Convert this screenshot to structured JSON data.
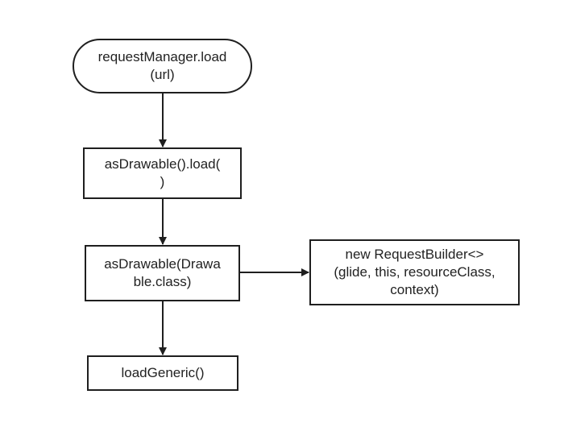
{
  "diagram": {
    "nodes": {
      "start": {
        "line1": "requestManager.load",
        "line2": "(url)"
      },
      "as_drawable_load": {
        "line1": "asDrawable().load(",
        "line2": ")"
      },
      "as_drawable_class": {
        "line1": "asDrawable(Drawa",
        "line2": "ble.class)"
      },
      "load_generic": {
        "line1": "loadGeneric()"
      },
      "request_builder": {
        "line1": "new RequestBuilder<>",
        "line2": "(glide, this, resourceClass,",
        "line3": "context)"
      }
    },
    "edges": [
      {
        "from": "start",
        "to": "as_drawable_load"
      },
      {
        "from": "as_drawable_load",
        "to": "as_drawable_class"
      },
      {
        "from": "as_drawable_class",
        "to": "request_builder"
      },
      {
        "from": "as_drawable_class",
        "to": "load_generic"
      }
    ],
    "colors": {
      "stroke": "#1f1f1f",
      "text": "#222222",
      "background": "#ffffff"
    }
  }
}
